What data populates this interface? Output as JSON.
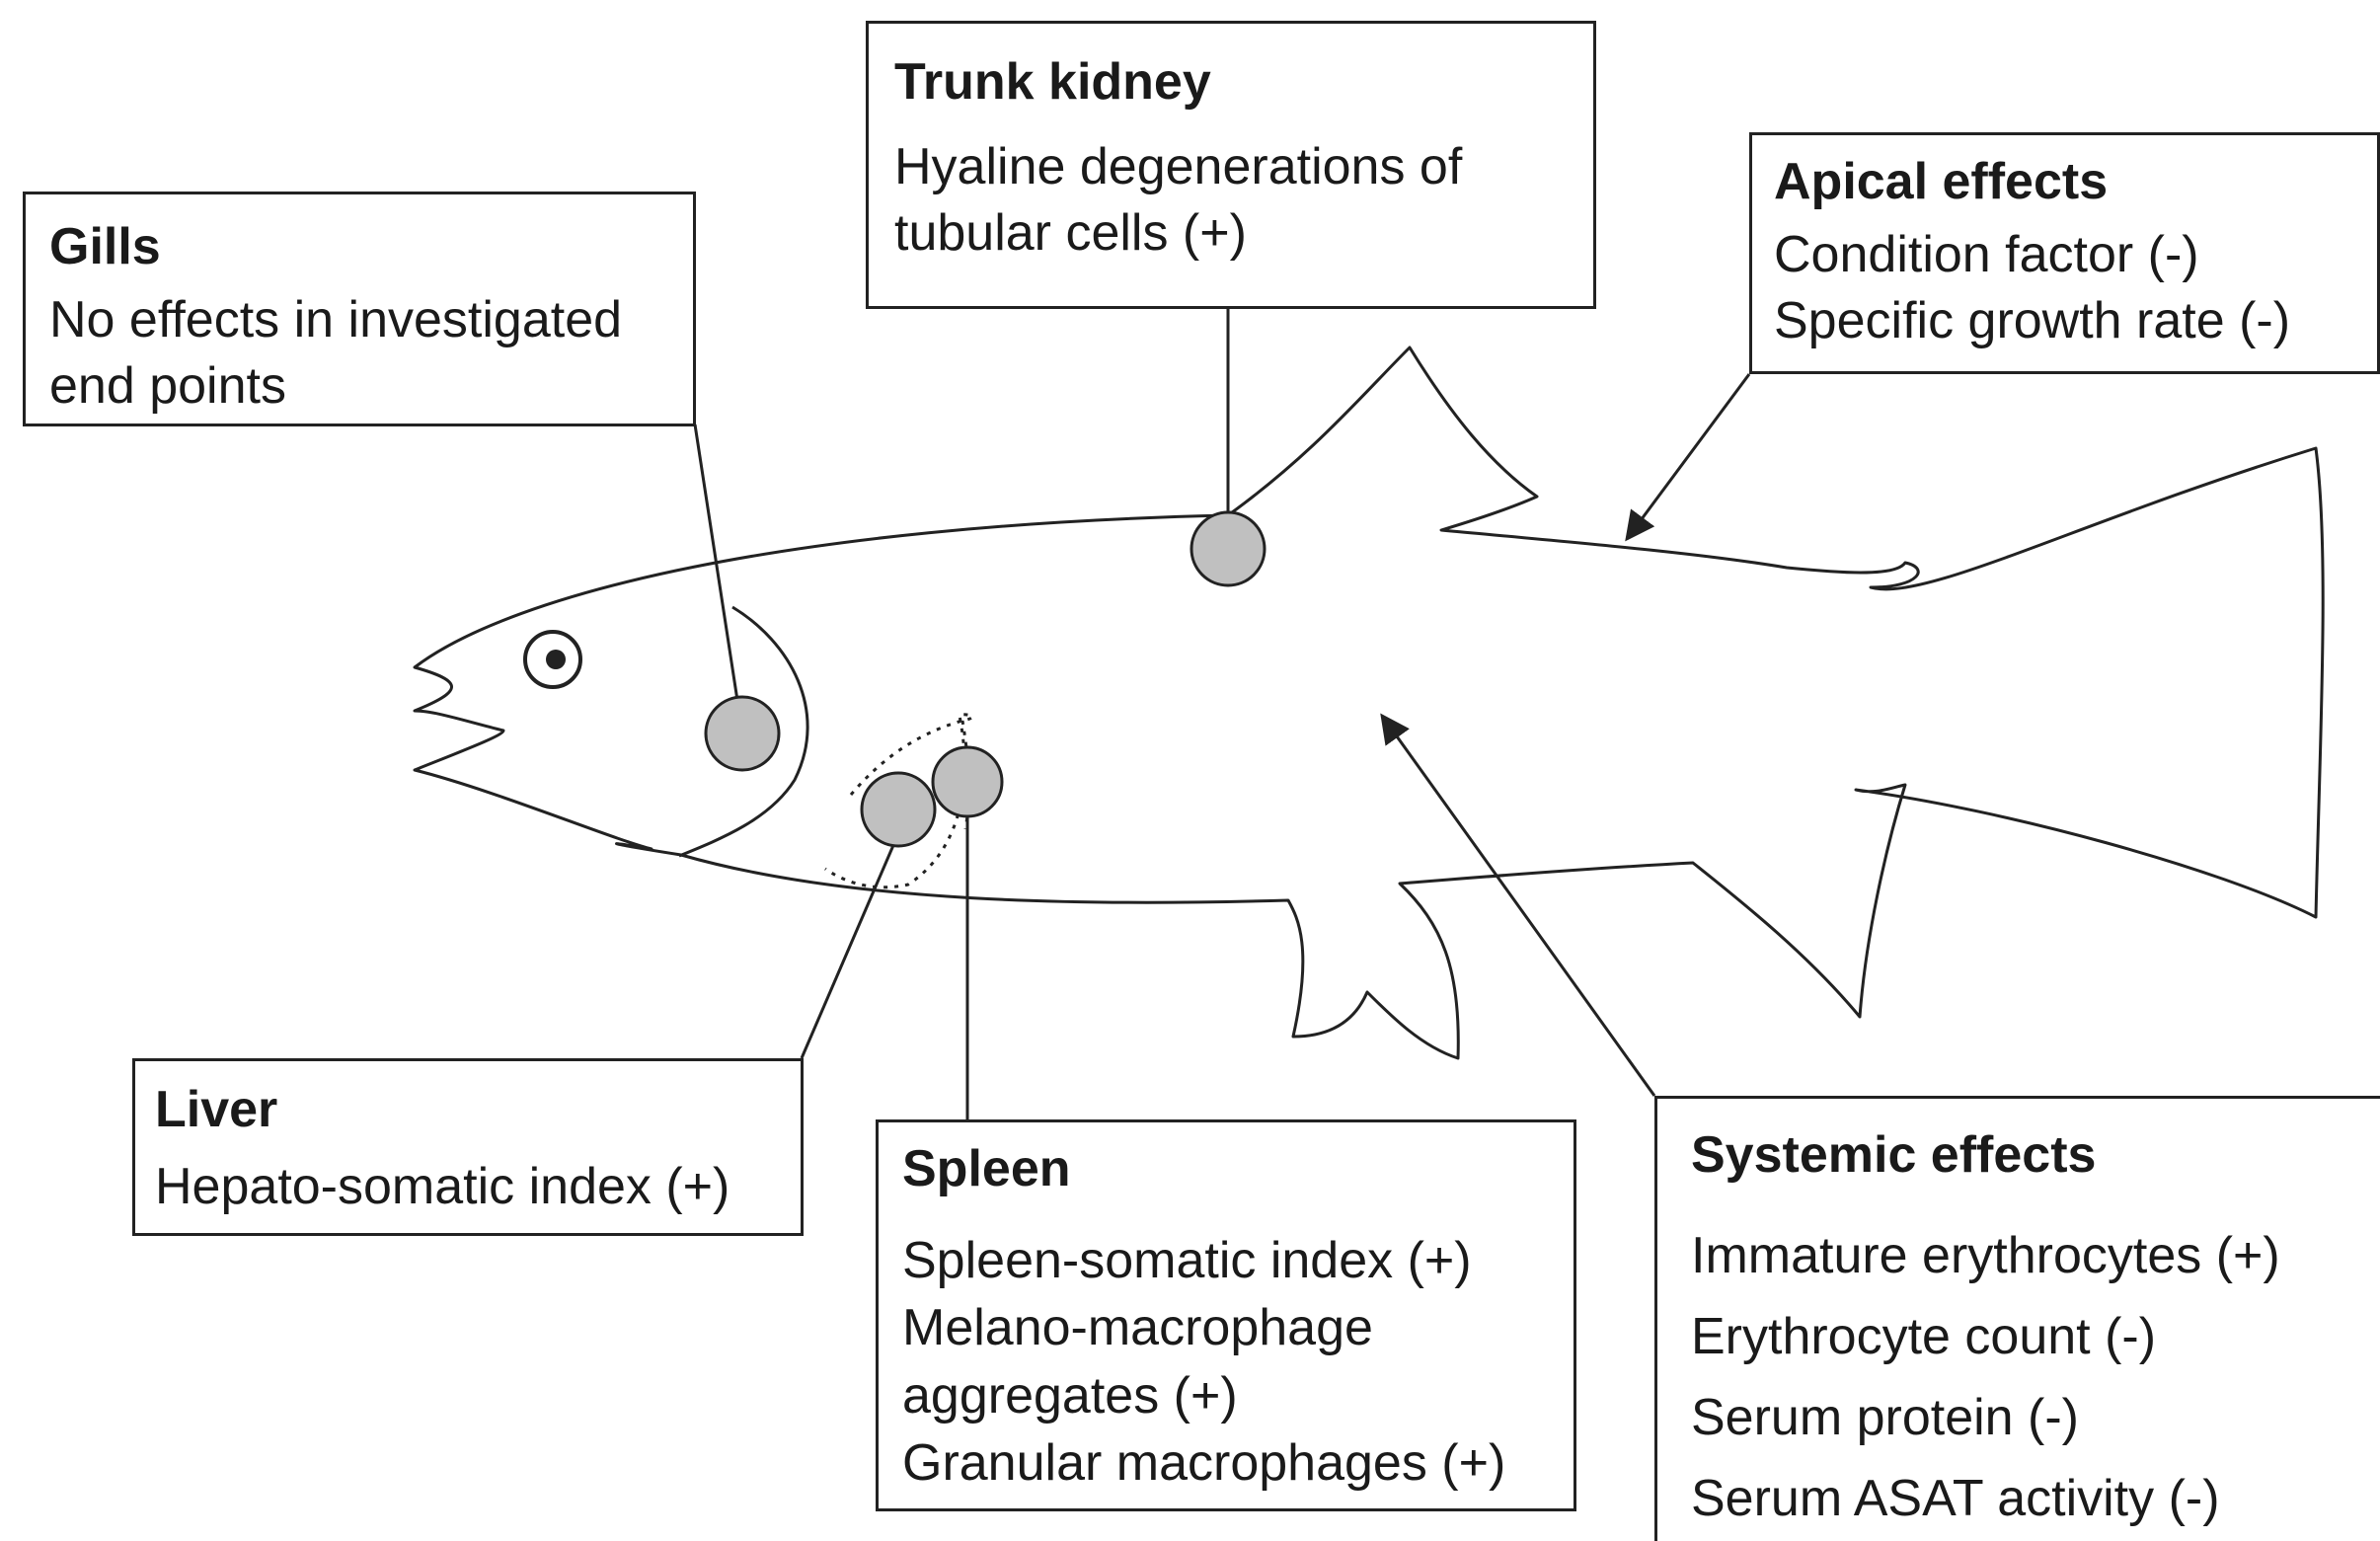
{
  "boxes": {
    "trunk_kidney": {
      "title": "Trunk kidney",
      "lines": [
        "Hyaline degenerations of",
        "tubular cells (+)"
      ]
    },
    "gills": {
      "title": "Gills",
      "lines": [
        "No effects in investigated",
        "end points"
      ]
    },
    "apical": {
      "title": "Apical effects",
      "lines": [
        "Condition factor (-)",
        "Specific growth rate (-)"
      ]
    },
    "liver": {
      "title": "Liver",
      "lines": [
        "Hepato-somatic index (+)"
      ]
    },
    "spleen": {
      "title": "Spleen",
      "lines": [
        "Spleen-somatic index (+)",
        "Melano-macrophage",
        "aggregates (+)",
        "Granular macrophages (+)"
      ]
    },
    "systemic": {
      "title": "Systemic effects",
      "lines": [
        "Immature erythrocytes (+)",
        "Erythrocyte count (-)",
        "Serum protein (-)",
        "Serum ASAT activity (-)"
      ]
    }
  },
  "colors": {
    "outline": "#222222",
    "organ_marker_fill": "#c0c0c0",
    "background": "#ffffff"
  },
  "diagram": {
    "subject": "fish-outline",
    "markers": [
      "gills-marker",
      "trunk-kidney-marker",
      "liver-marker",
      "spleen-marker"
    ],
    "arrows": [
      "apical-arrow",
      "systemic-arrow"
    ]
  }
}
